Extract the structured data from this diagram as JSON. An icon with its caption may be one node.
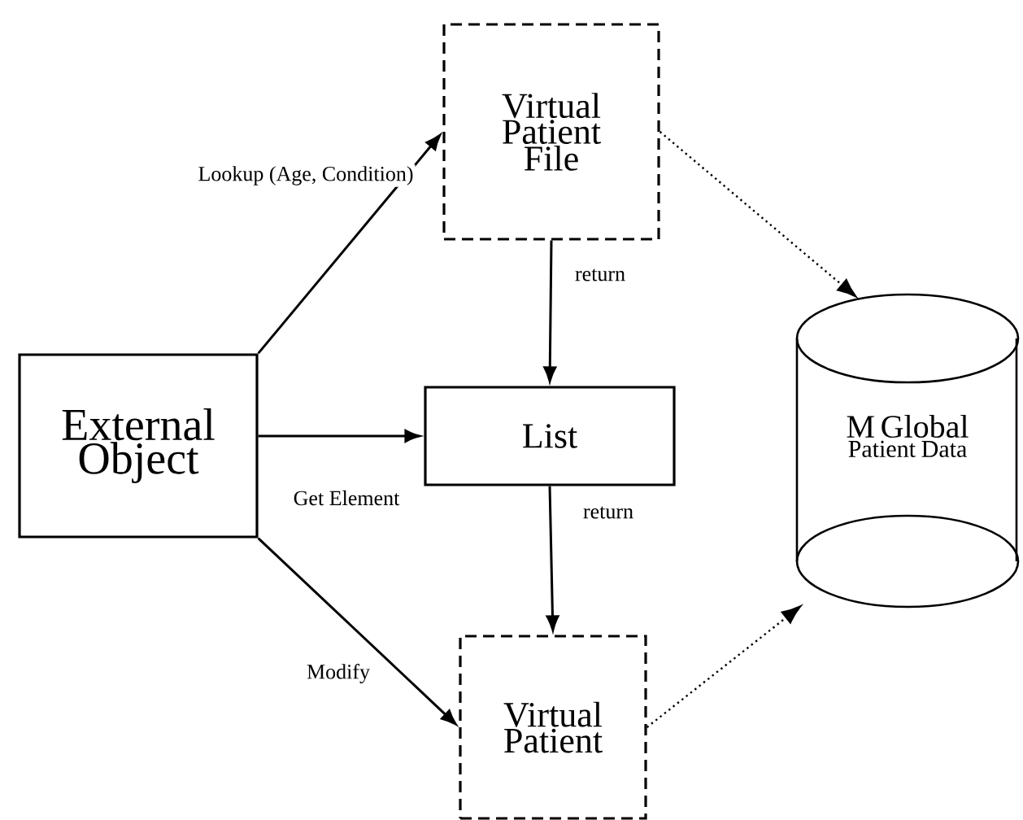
{
  "diagram": {
    "nodes": [
      {
        "text": [
          "External Object"
        ]
      },
      {
        "text": [
          "Virtual Patient File"
        ]
      },
      {
        "text": [
          "List"
        ]
      },
      {
        "text": [
          "Virtual Patient"
        ]
      },
      {
        "text": [
          "M Global",
          "Patient Data"
        ]
      }
    ],
    "edges": [
      {
        "from": 0,
        "to": 1,
        "arrow": "to",
        "label": "Lookup (Age, Condition)"
      },
      {
        "from": 0,
        "to": 2,
        "arrow": "to",
        "label": "Get Element"
      },
      {
        "from": 0,
        "to": 3,
        "arrow": "to",
        "label": "Modify"
      },
      {
        "from": 1,
        "to": 2,
        "arrow": "to",
        "label": "return"
      },
      {
        "from": 2,
        "to": 3,
        "arrow": "to",
        "label": "return"
      },
      {
        "from": 1,
        "to": 4,
        "arrow": "to",
        "style": "dashed"
      },
      {
        "from": 3,
        "to": 4,
        "arrow": "to",
        "style": "dashed"
      }
    ]
  }
}
